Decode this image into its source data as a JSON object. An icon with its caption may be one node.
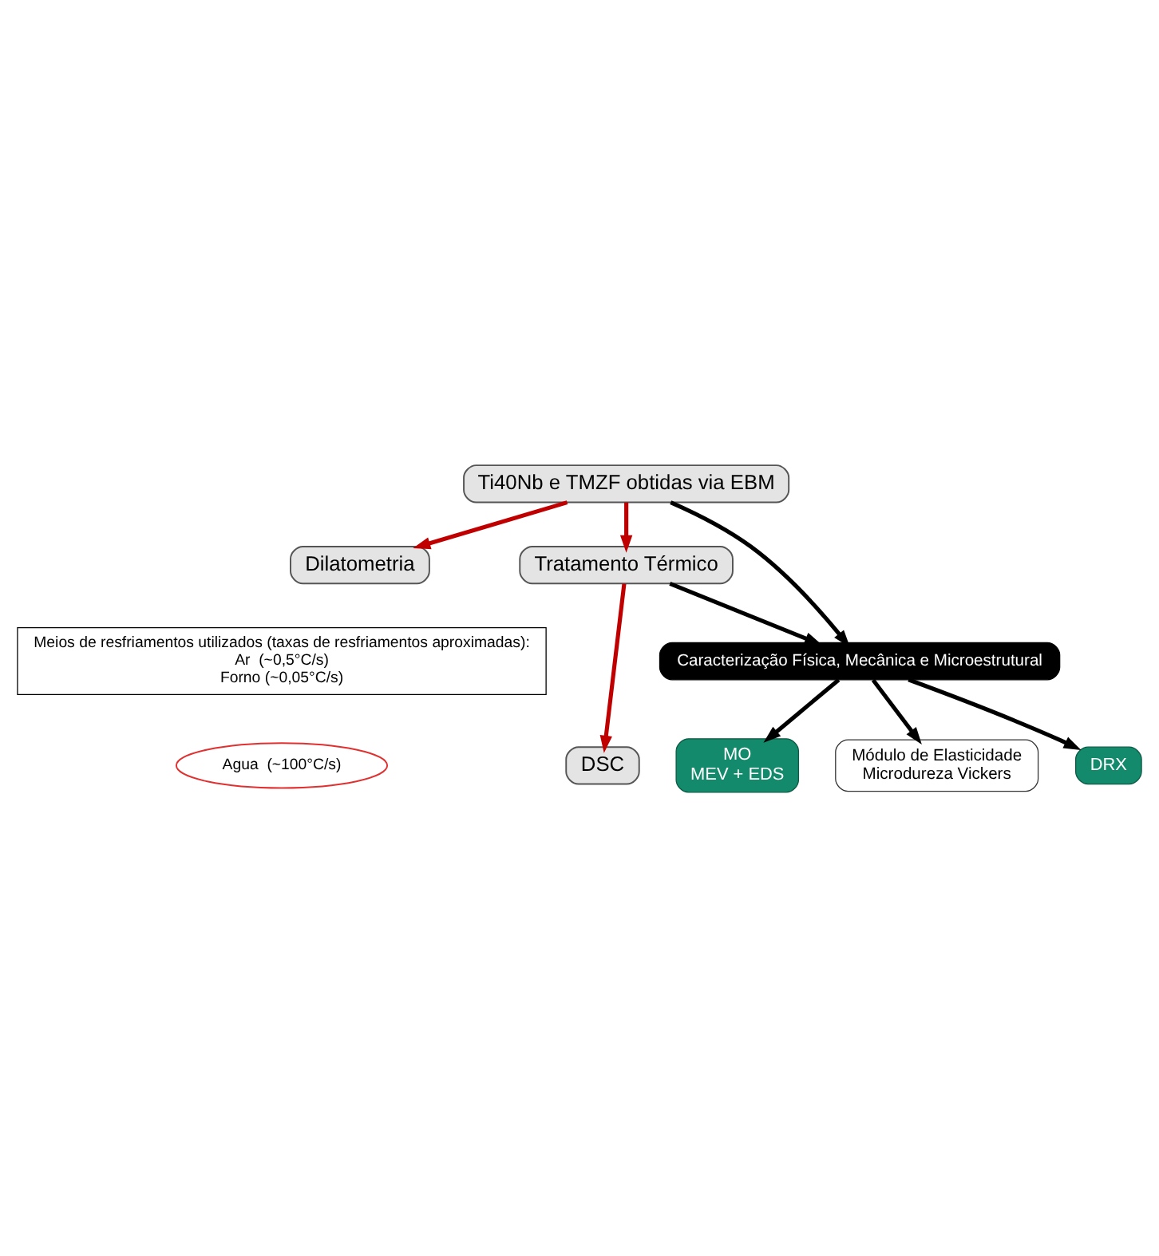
{
  "diagram": {
    "nodes": [
      {
        "text": [
          "Ti40Nb e TMZF obtidas via EBM"
        ]
      },
      {
        "text": [
          "Dilatometria"
        ]
      },
      {
        "text": [
          "Tratamento Térmico"
        ]
      },
      {
        "text": [
          "Meios de resfriamentos utilizados (taxas de resfriamentos aproximadas):",
          "Ar  (~0,5°C/s)",
          "Forno (~0,05°C/s)"
        ]
      },
      {
        "text": [
          "Agua  (~100°C/s)"
        ]
      },
      {
        "text": [
          "DSC"
        ]
      },
      {
        "text": [
          "Caracterização Física, Mecânica e Microestrutural"
        ]
      },
      {
        "text": [
          "MO",
          "MEV + EDS"
        ]
      },
      {
        "text": [
          "Módulo de Elasticidade",
          "Microdureza Vickers"
        ]
      },
      {
        "text": [
          "DRX"
        ]
      }
    ],
    "edges": [
      {
        "from": 0,
        "to": 1,
        "arrow": "to",
        "color": "#c00000"
      },
      {
        "from": 0,
        "to": 2,
        "arrow": "to",
        "color": "#c00000"
      },
      {
        "from": 2,
        "to": 5,
        "arrow": "to",
        "color": "#c00000"
      },
      {
        "from": 0,
        "to": 6,
        "arrow": "to"
      },
      {
        "from": 2,
        "to": 6,
        "arrow": "to"
      },
      {
        "from": 6,
        "to": 7,
        "arrow": "to"
      },
      {
        "from": 6,
        "to": 8,
        "arrow": "to"
      },
      {
        "from": 6,
        "to": 9,
        "arrow": "to"
      }
    ]
  }
}
